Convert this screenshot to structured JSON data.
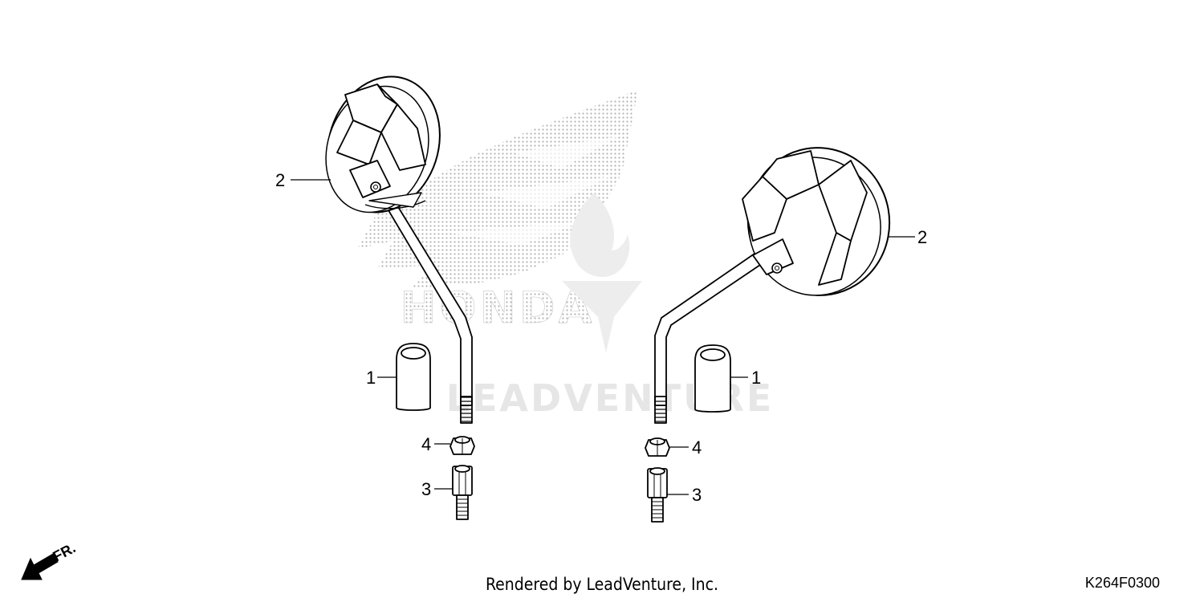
{
  "watermark": {
    "brand_logo_text": "HONDA",
    "lettering": "LEADVENTURE"
  },
  "callouts": {
    "left_cover": "1",
    "left_mirror": "2",
    "left_adapter": "3",
    "left_nut": "4",
    "right_cover": "1",
    "right_mirror": "2",
    "right_adapter": "3",
    "right_nut": "4"
  },
  "direction": {
    "label": "FR."
  },
  "footer": {
    "rendered_by": "Rendered by LeadVenture, Inc.",
    "diagram_code": "K264F0300"
  }
}
